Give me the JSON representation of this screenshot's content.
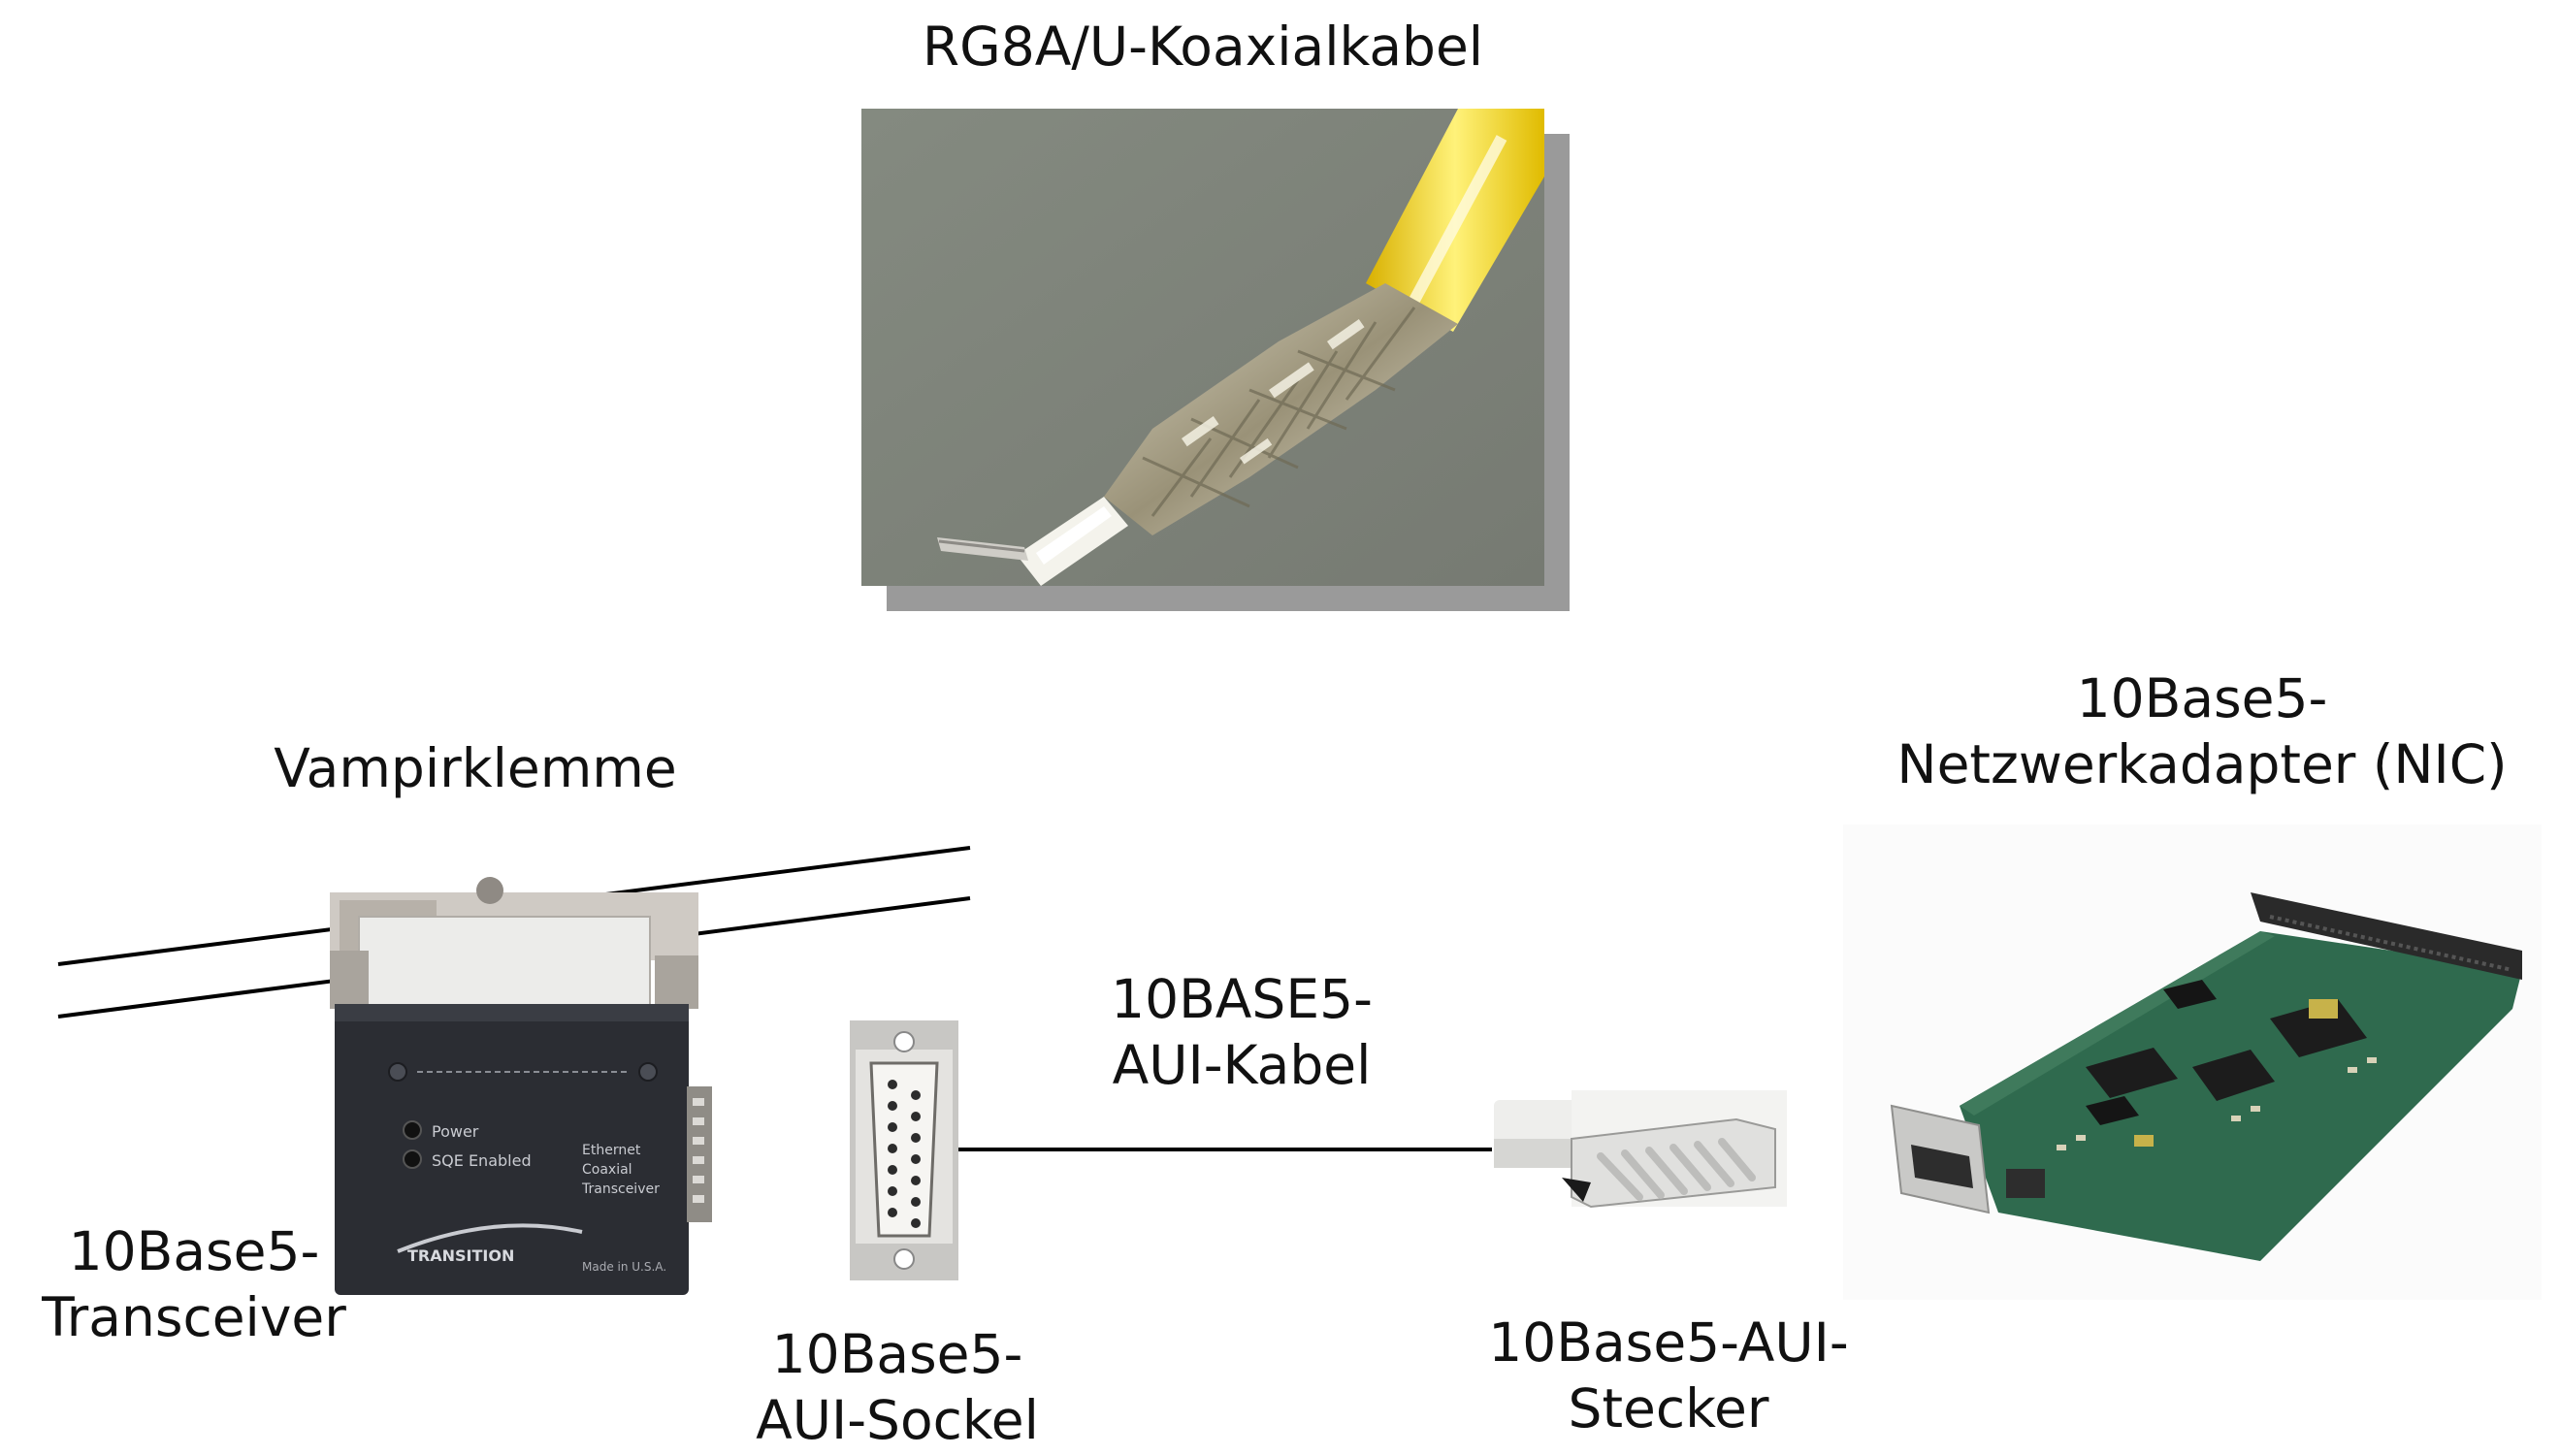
{
  "labels": {
    "coax_cable": "RG8A/U-Koaxialkabel",
    "vampire_tap": "Vampirklemme",
    "nic_line1": "10Base5-",
    "nic_line2": "Netzwerkadapter (NIC)",
    "aui_cable_line1": "10BASE5-",
    "aui_cable_line2": "AUI-Kabel",
    "transceiver_line1": "10Base5-",
    "transceiver_line2": "Transceiver",
    "aui_socket_line1": "10Base5-",
    "aui_socket_line2": "AUI-Sockel",
    "aui_plug_line1": "10Base5-AUI-",
    "aui_plug_line2": "Stecker"
  },
  "transceiver_print": {
    "power": "Power",
    "sqe": "SQE Enabled",
    "product": [
      "Ethernet",
      "Coaxial",
      "Transceiver"
    ],
    "brand": "TRANSITION",
    "made_in": "Made in U.S.A."
  },
  "colors": {
    "coax_jacket": "#f2cf0c",
    "coax_background": "#7e8278",
    "pcb_green": "#2f6a4e",
    "transceiver_body": "#2b2d33"
  }
}
